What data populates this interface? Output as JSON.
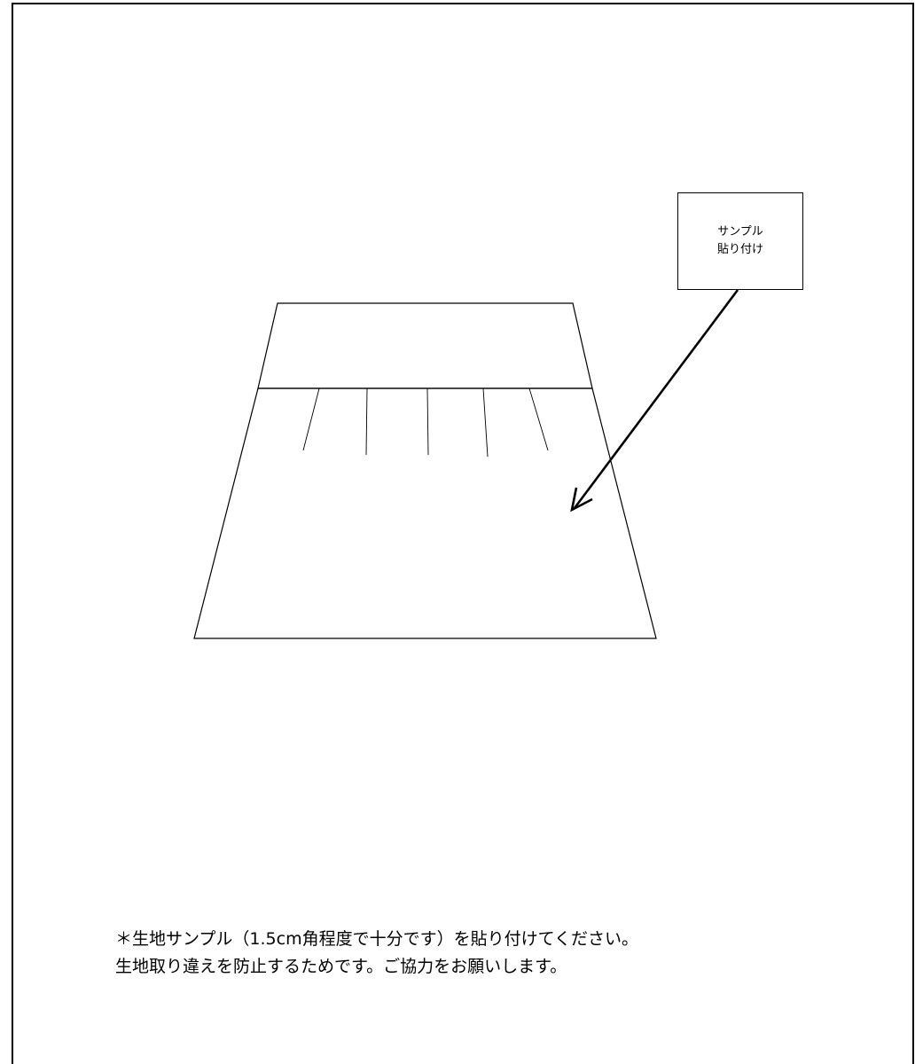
{
  "sample_label": {
    "line1": "サンプル",
    "line2": "貼り付け"
  },
  "note": {
    "line1": "＊生地サンプル（1.5cm角程度で十分です）を貼り付けてください。",
    "line2": "生地取り違えを防止するためです。ご協力をお願いします。"
  },
  "colors": {
    "line": "#000000",
    "background": "#ffffff"
  }
}
